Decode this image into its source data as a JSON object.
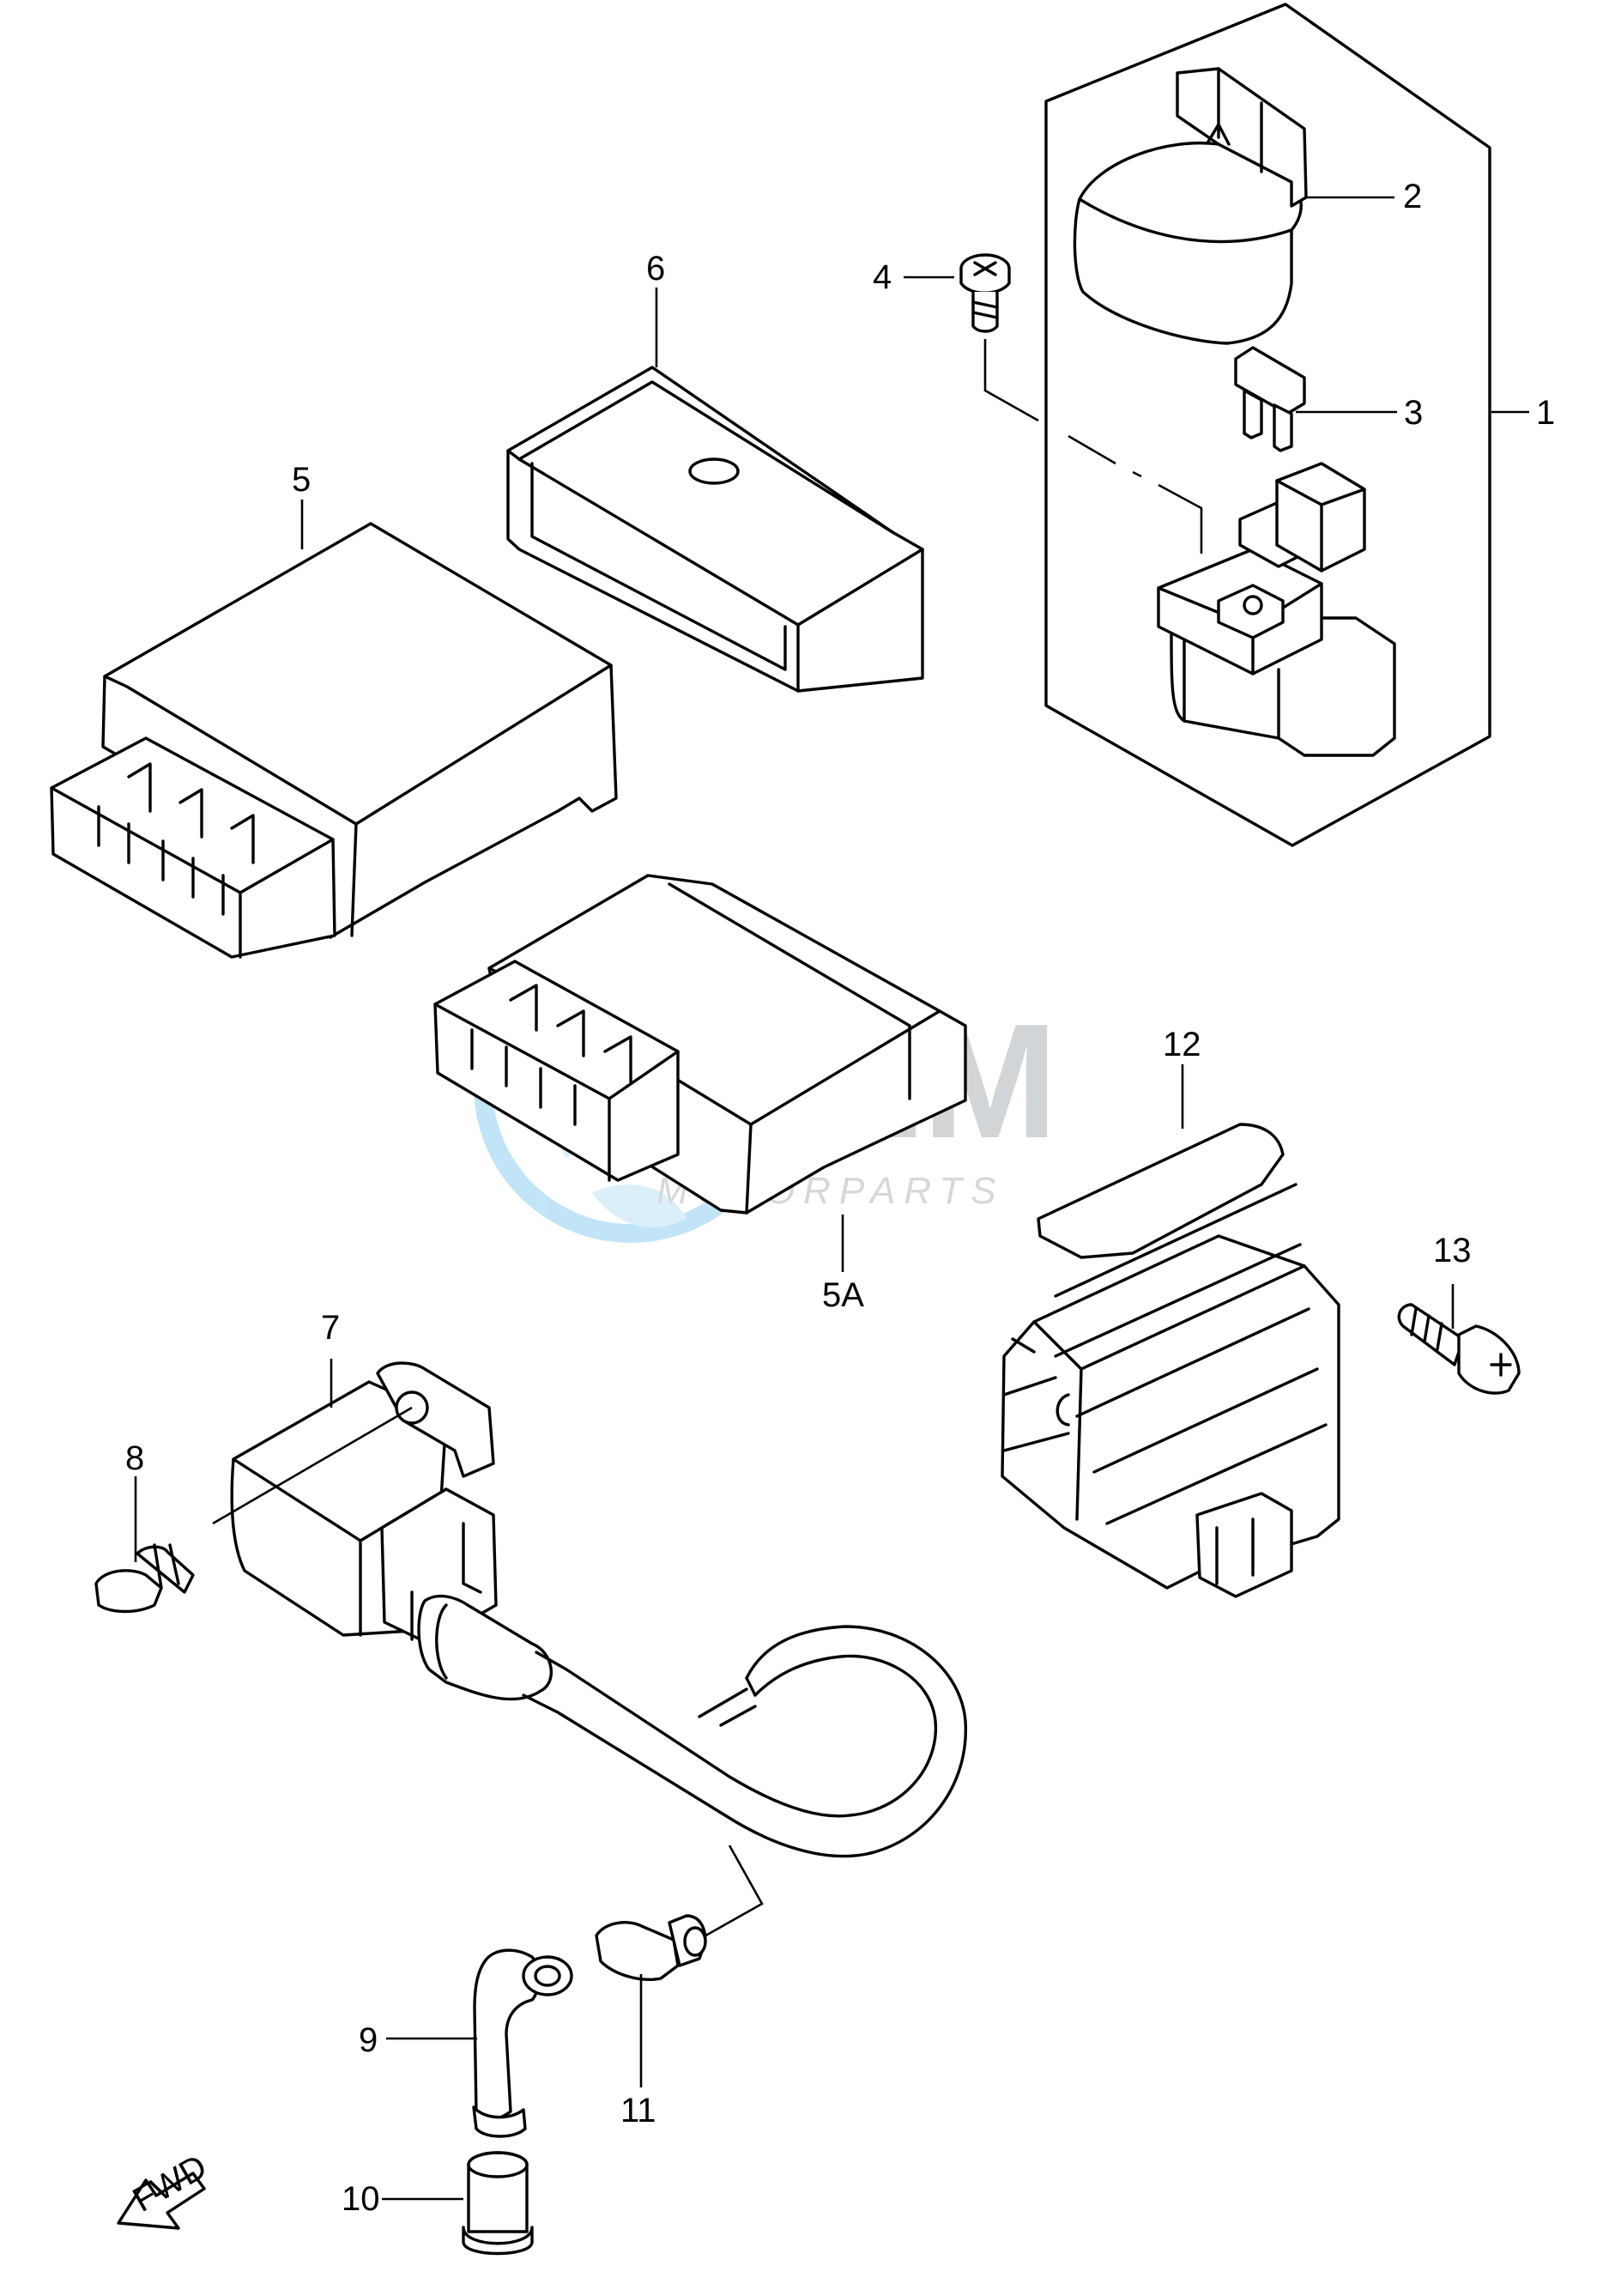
{
  "callouts": {
    "c1": "1",
    "c2": "2",
    "c3": "3",
    "c4": "4",
    "c5": "5",
    "c5a": "5A",
    "c6": "6",
    "c7": "7",
    "c8": "8",
    "c9": "9",
    "c10": "10",
    "c11": "11",
    "c12": "12",
    "c13": "13"
  },
  "fwd_label": "FWD",
  "watermark": {
    "brand": "OEM",
    "subtitle": "MOTORPARTS"
  },
  "colors": {
    "line": "#000000",
    "background": "#ffffff",
    "watermark_blue": "#7ec8f0",
    "watermark_gray": "#aeb3ba"
  }
}
